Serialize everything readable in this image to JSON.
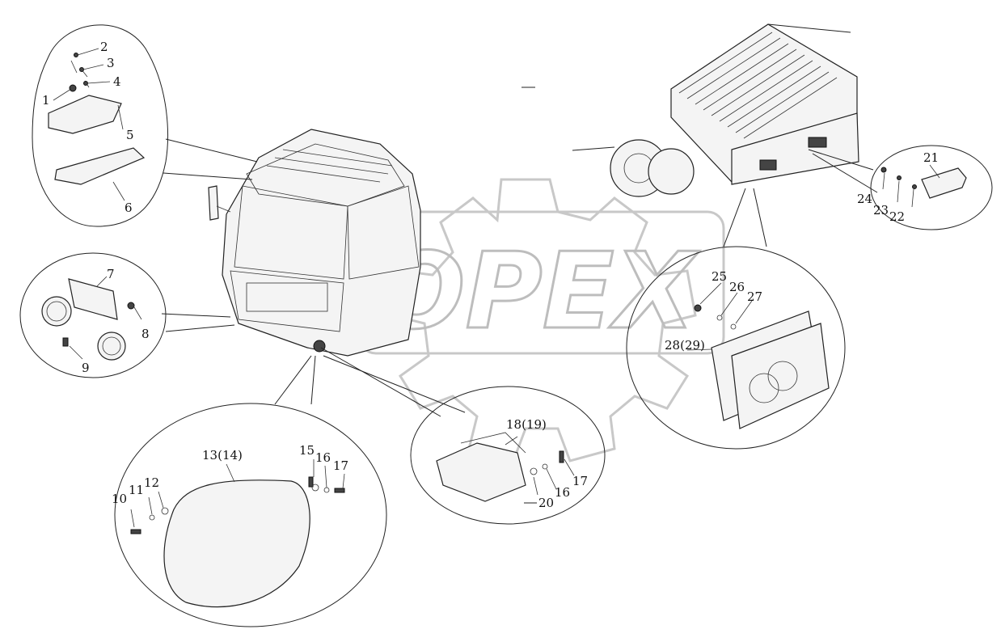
{
  "watermark": {
    "text": "OPEX"
  },
  "callouts": {
    "c1": "1",
    "c2": "2",
    "c3": "3",
    "c4": "4",
    "c5": "5",
    "c6": "6",
    "c7": "7",
    "c8": "8",
    "c9": "9",
    "c10": "10",
    "c11": "11",
    "c12": "12",
    "c13": "13(14)",
    "c15": "15",
    "c16a": "16",
    "c17a": "17",
    "c18": "18(19)",
    "c20": "20",
    "c16b": "16",
    "c17b": "17",
    "c21": "21",
    "c22": "22",
    "c23": "23",
    "c24": "24",
    "c25": "25",
    "c26": "26",
    "c27": "27",
    "c28": "28(29)"
  }
}
